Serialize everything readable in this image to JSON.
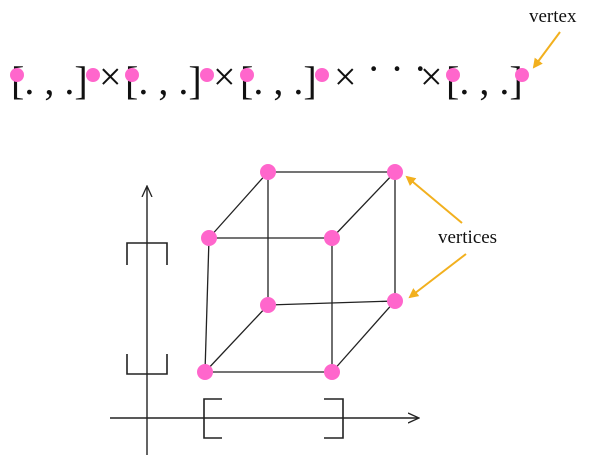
{
  "title": "",
  "colors": {
    "vertex_dot": "#ff66cc",
    "annotation_arrow": "#f2b01e",
    "line": "#222222"
  },
  "product_line": {
    "interval_text": "[. , .]",
    "times_symbol": "×",
    "ellipsis": "· · ·",
    "vertex_label": "vertex"
  },
  "cube_diagram": {
    "vertices_label": "vertices",
    "vertex_count": 8
  }
}
